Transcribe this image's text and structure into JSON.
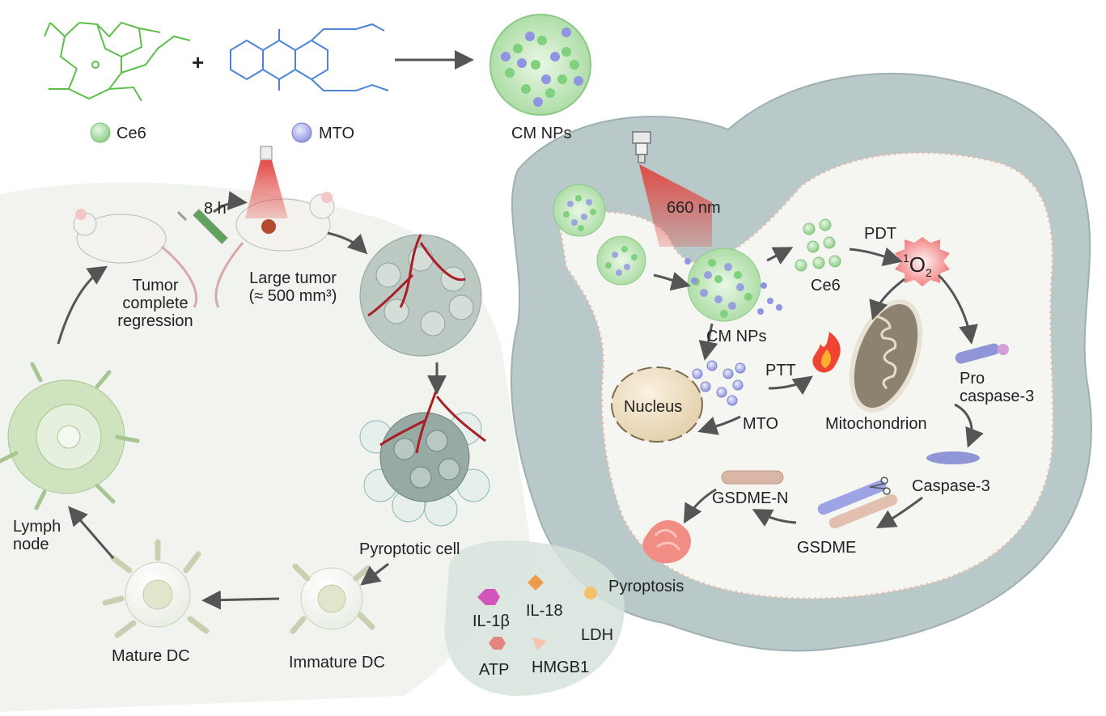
{
  "materials": {
    "ce6": "Ce6",
    "mto": "MTO",
    "plus": "+",
    "product": "CM NPs"
  },
  "workflow": {
    "time": "8 h",
    "large_tumor": [
      "Large tumor",
      "(≈ 500 mm³)"
    ],
    "regression": [
      "Tumor",
      "complete",
      "regression"
    ],
    "pyroptotic_cell": "Pyroptotic cell",
    "immature_dc": "Immature DC",
    "mature_dc": "Mature DC",
    "lymph_node": [
      "Lymph",
      "node"
    ]
  },
  "cell": {
    "laser": "660 nm",
    "cm_nps": "CM NPs",
    "ce6": "Ce6",
    "pdt": "PDT",
    "singlet_oxygen": {
      "sup": "1",
      "main": "O",
      "sub": "2"
    },
    "ptt": "PTT",
    "mto": "MTO",
    "nucleus": "Nucleus",
    "mitochondrion": "Mitochondrion",
    "pro_caspase": [
      "Pro",
      "caspase-3"
    ],
    "caspase": "Caspase-3",
    "gsdme_n": "GSDME-N",
    "gsdme": "GSDME",
    "pyroptosis": "Pyroptosis"
  },
  "release": {
    "il1b": "IL-1β",
    "il18": "IL-18",
    "ldh": "LDH",
    "atp": "ATP",
    "hmgb1": "HMGB1"
  },
  "colors": {
    "ce6": "#7fd07f",
    "mto": "#8f95e0",
    "cell": "#b9c8c8",
    "laser": "#e0443e",
    "arrow": "#555555"
  }
}
